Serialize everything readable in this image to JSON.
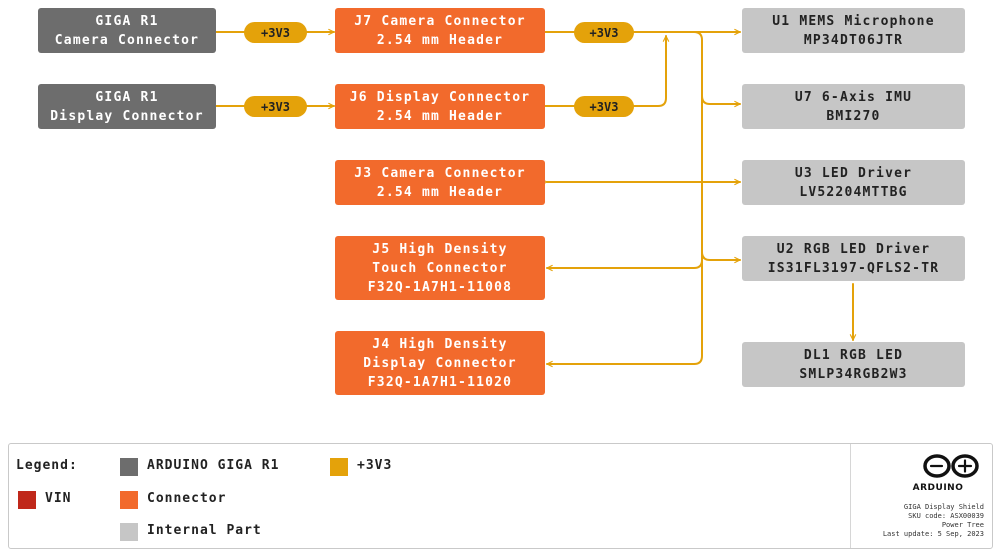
{
  "giga_blocks": [
    {
      "line1": "GIGA R1",
      "line2": "Camera Connector"
    },
    {
      "line1": "GIGA R1",
      "line2": "Display Connector"
    }
  ],
  "rail_labels": [
    "+3V3",
    "+3V3",
    "+3V3",
    "+3V3"
  ],
  "connectors": [
    {
      "lines": [
        "J7 Camera Connector",
        "2.54 mm Header"
      ]
    },
    {
      "lines": [
        "J6 Display Connector",
        "2.54 mm Header"
      ]
    },
    {
      "lines": [
        "J3 Camera Connector",
        "2.54 mm Header"
      ]
    },
    {
      "lines": [
        "J5 High Density",
        "Touch Connector",
        "F32Q-1A7H1-11008"
      ]
    },
    {
      "lines": [
        "J4 High Density",
        "Display Connector",
        "F32Q-1A7H1-11020"
      ]
    }
  ],
  "parts": [
    {
      "lines": [
        "U1 MEMS Microphone",
        "MP34DT06JTR"
      ]
    },
    {
      "lines": [
        "U7 6-Axis IMU",
        "BMI270"
      ]
    },
    {
      "lines": [
        "U3 LED Driver",
        "LV52204MTTBG"
      ]
    },
    {
      "lines": [
        "U2 RGB LED Driver",
        "IS31FL3197-QFLS2-TR"
      ]
    },
    {
      "lines": [
        "DL1 RGB LED",
        "SMLP34RGB2W3"
      ]
    }
  ],
  "legend": {
    "title": "Legend:",
    "items": [
      {
        "label": "ARDUINO GIGA R1",
        "color": "#6d6d6d"
      },
      {
        "label": "+3V3",
        "color": "#e4a20a"
      },
      {
        "label": "VIN",
        "color": "#c0281a"
      },
      {
        "label": "Connector",
        "color": "#f26a2c"
      },
      {
        "label": "Internal Part",
        "color": "#c6c6c6"
      }
    ]
  },
  "footer": {
    "brand": "ARDUINO",
    "product": "GIGA Display Shield",
    "sku": "SKU code: ASX00039",
    "doc": "Power Tree",
    "updated": "Last update: 5 Sep, 2023"
  },
  "colors": {
    "giga": "#6d6d6d",
    "connector": "#f26a2c",
    "internal_part": "#c6c6c6",
    "rail_3v3": "#e4a20a",
    "vin": "#c0281a",
    "logo": "#111111"
  }
}
